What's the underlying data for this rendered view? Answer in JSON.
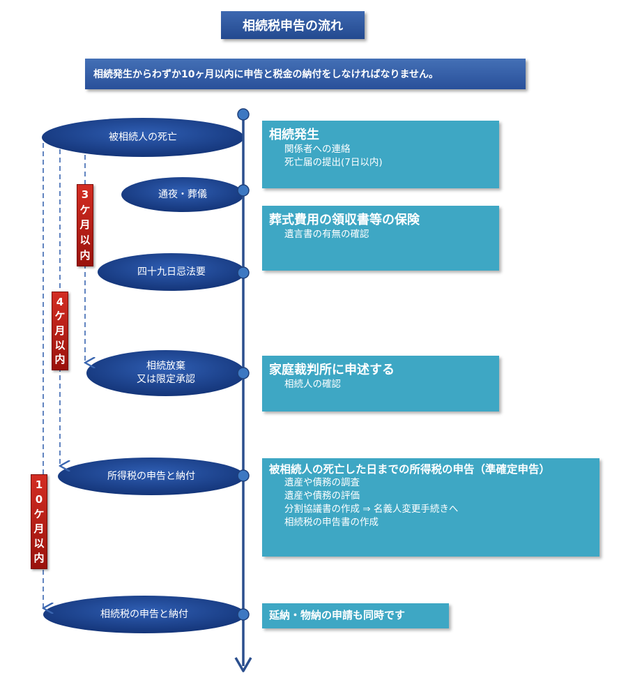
{
  "title": "相続税申告の流れ",
  "intro": "相続発生からわずか10ヶ月以内に申告と税金の納付をしなければなりません。",
  "events": [
    {
      "label": "被相続人の死亡"
    },
    {
      "label": "通夜・葬儀"
    },
    {
      "label": "四十九日忌法要"
    },
    {
      "label": "相続放棄\n又は限定承認"
    },
    {
      "label": "所得税の申告と納付"
    },
    {
      "label": "相続税の申告と納付"
    }
  ],
  "deadlines": [
    {
      "chars": [
        "3",
        "ケ",
        "月",
        "以",
        "内"
      ]
    },
    {
      "chars": [
        "4",
        "ケ",
        "月",
        "以",
        "内"
      ]
    },
    {
      "chars": [
        "1",
        "0",
        "ケ",
        "月",
        "以",
        "内"
      ]
    }
  ],
  "info_boxes": [
    {
      "heading": "相続発生",
      "items": [
        "関係者への連絡",
        "死亡届の提出(7日以内)"
      ]
    },
    {
      "heading": "葬式費用の領収書等の保険",
      "items": [
        "遺言書の有無の確認"
      ]
    },
    {
      "heading": "家庭裁判所に申述する",
      "items": [
        "相続人の確認"
      ]
    },
    {
      "heading": "被相続人の死亡した日までの所得税の申告（準確定申告）",
      "items": [
        "遺産や債務の調査",
        "遺産や債務の評価",
        "分割協議書の作成 ⇒ 名義人変更手続きへ",
        "相続税の申告書の作成"
      ]
    },
    {
      "heading": "延納・物納の申請も同時です",
      "items": []
    }
  ],
  "colors": {
    "title_bg": "#2c55a0",
    "event_fill": "#1e4796",
    "timeline": "#2b4f8e",
    "node_fill": "#3d78c2",
    "info_bg": "#3ea7c4",
    "badge_bg": "#c0211a"
  }
}
